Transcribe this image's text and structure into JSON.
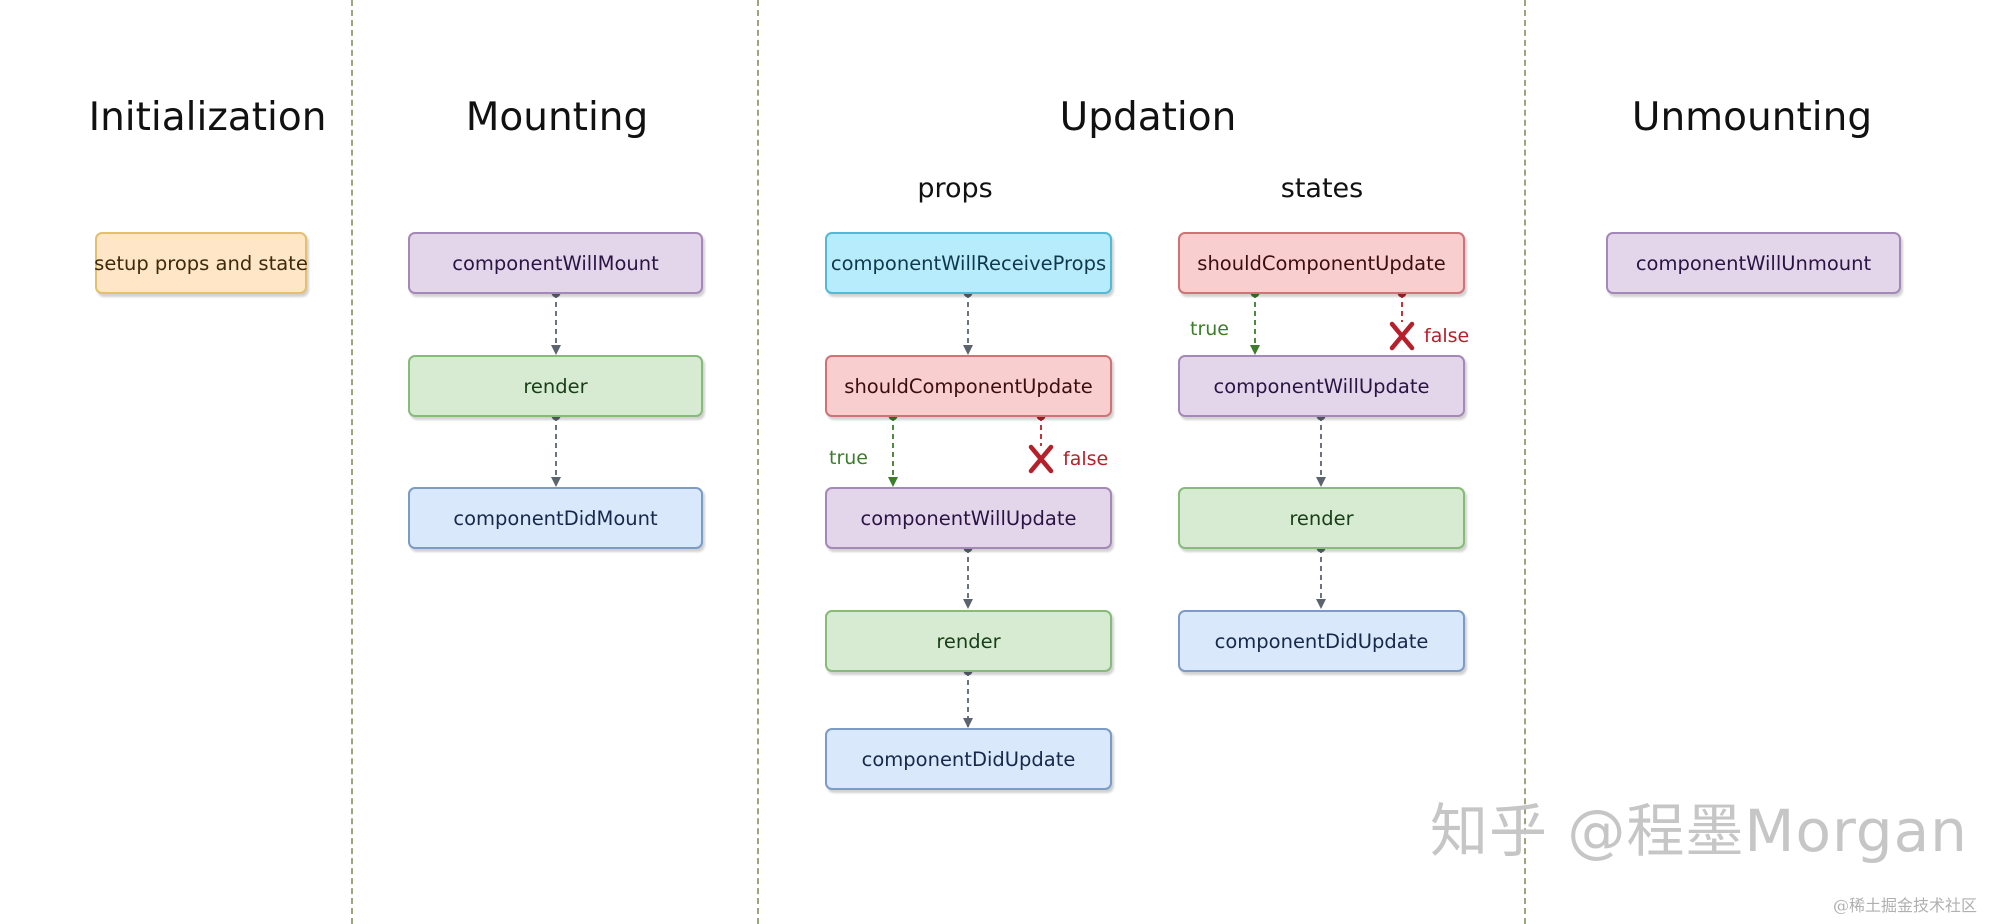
{
  "sections": {
    "initialization": "Initialization",
    "mounting": "Mounting",
    "updation": "Updation",
    "unmounting": "Unmounting"
  },
  "subsections": {
    "props": "props",
    "states": "states"
  },
  "nodes": {
    "init_setup": "setup props and state",
    "mount_will_mount": "componentWillMount",
    "mount_render": "render",
    "mount_did_mount": "componentDidMount",
    "props_will_receive": "componentWillReceiveProps",
    "props_should_update": "shouldComponentUpdate",
    "props_will_update": "componentWillUpdate",
    "props_render": "render",
    "props_did_update": "componentDidUpdate",
    "states_should_update": "shouldComponentUpdate",
    "states_will_update": "componentWillUpdate",
    "states_render": "render",
    "states_did_update": "componentDidUpdate",
    "unmount_will_unmount": "componentWillUnmount"
  },
  "edge_labels": {
    "props_true": "true",
    "props_false": "false",
    "states_true": "true",
    "states_false": "false"
  },
  "watermark": {
    "main": "知乎 @程墨Morgan",
    "small": "@稀土掘金技术社区"
  },
  "colors": {
    "true_branch": "#3b7d2a",
    "false_branch": "#b5202a",
    "arrow": "#5c6470"
  }
}
